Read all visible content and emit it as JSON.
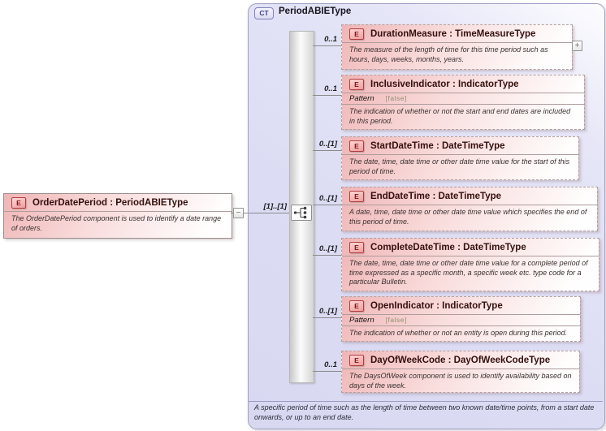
{
  "root": {
    "badge": "E",
    "title": "OrderDatePeriod : PeriodABIEType",
    "description": "The OrderDatePeriod component is used to identify a date range of orders."
  },
  "container": {
    "badge": "CT",
    "title": "PeriodABIEType",
    "model_cardinality": "[1]..[1]",
    "footer": "A specific period of time such as the length of time between two known date/time points, from a start date onwards, or up to an end date."
  },
  "icons": {
    "collapse": "−",
    "expand": "+",
    "compositor": "sequence-icon"
  },
  "elements": [
    {
      "badge": "E",
      "title": "DurationMeasure : TimeMeasureType",
      "cardinality": "0..1",
      "description": "The measure of the length of time for this time period such as hours, days, weeks, months, years."
    },
    {
      "badge": "E",
      "title": "InclusiveIndicator : IndicatorType",
      "cardinality": "0..1",
      "pattern_label": "Pattern",
      "pattern_value": "[false]",
      "description": "The indication of whether or not the start and end dates are included in this period."
    },
    {
      "badge": "E",
      "title": "StartDateTime : DateTimeType",
      "cardinality": "0..[1]",
      "description": "The date, time, date time or other date time value for the start of this period of time."
    },
    {
      "badge": "E",
      "title": "EndDateTime : DateTimeType",
      "cardinality": "0..[1]",
      "description": "A date, time, date time or other date time value which specifies the end of this period of time."
    },
    {
      "badge": "E",
      "title": "CompleteDateTime : DateTimeType",
      "cardinality": "0..[1]",
      "description": "The date, time, date time or other date time value for a complete period of time expressed as a specific month, a specific week etc. type code for a particular Bulletin."
    },
    {
      "badge": "E",
      "title": "OpenIndicator : IndicatorType",
      "cardinality": "0..[1]",
      "pattern_label": "Pattern",
      "pattern_value": "[false]",
      "description": "The indication of whether or not an entity is open during this period."
    },
    {
      "badge": "E",
      "title": "DayOfWeekCode : DayOfWeekCodeType",
      "cardinality": "0..1",
      "description": "The DaysOfWeek component is used to identify availability based on days of the week."
    }
  ],
  "colors": {
    "container_fill": "#dcdcf4",
    "container_border": "#9f9fc4",
    "element_fill": "#f0b5b5",
    "element_border_dashed": "#b3a0a0",
    "e_badge_border": "#b13f3f",
    "e_badge_text": "#7c1414",
    "ct_badge_border": "#8080bf",
    "ct_badge_text": "#3c3c8e",
    "connector_line": "#8a8a8a"
  }
}
